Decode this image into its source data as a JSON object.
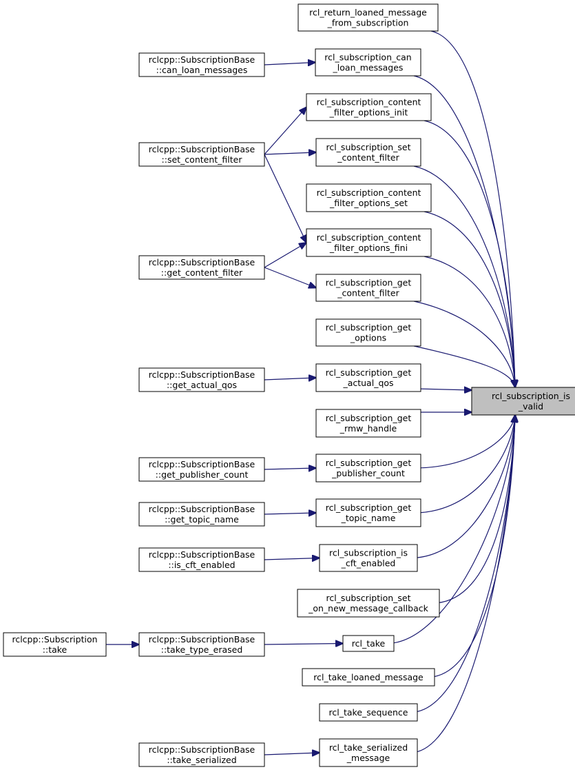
{
  "graph": {
    "colors": {
      "edge": "#191970",
      "node_border": "#000000",
      "node_fill": "#ffffff",
      "focus_fill": "#bfbfbf",
      "text": "#000000"
    },
    "focus": {
      "id": "focus",
      "lines": [
        "rcl_subscription_is",
        "_valid"
      ]
    },
    "nodes": [
      {
        "id": "n_return_loaned",
        "lines": [
          "rcl_return_loaned_message",
          "_from_subscription"
        ]
      },
      {
        "id": "n_can_loan",
        "lines": [
          "rcl_subscription_can",
          "_loan_messages"
        ]
      },
      {
        "id": "n_cfo_init",
        "lines": [
          "rcl_subscription_content",
          "_filter_options_init"
        ]
      },
      {
        "id": "n_set_cf",
        "lines": [
          "rcl_subscription_set",
          "_content_filter"
        ]
      },
      {
        "id": "n_cfo_set",
        "lines": [
          "rcl_subscription_content",
          "_filter_options_set"
        ]
      },
      {
        "id": "n_cfo_fini",
        "lines": [
          "rcl_subscription_content",
          "_filter_options_fini"
        ]
      },
      {
        "id": "n_get_cf",
        "lines": [
          "rcl_subscription_get",
          "_content_filter"
        ]
      },
      {
        "id": "n_get_options",
        "lines": [
          "rcl_subscription_get",
          "_options"
        ]
      },
      {
        "id": "n_get_qos",
        "lines": [
          "rcl_subscription_get",
          "_actual_qos"
        ]
      },
      {
        "id": "n_get_rmw",
        "lines": [
          "rcl_subscription_get",
          "_rmw_handle"
        ]
      },
      {
        "id": "n_get_pubcount",
        "lines": [
          "rcl_subscription_get",
          "_publisher_count"
        ]
      },
      {
        "id": "n_get_topic",
        "lines": [
          "rcl_subscription_get",
          "_topic_name"
        ]
      },
      {
        "id": "n_is_cft",
        "lines": [
          "rcl_subscription_is",
          "_cft_enabled"
        ]
      },
      {
        "id": "n_set_onnew",
        "lines": [
          "rcl_subscription_set",
          "_on_new_message_callback"
        ]
      },
      {
        "id": "n_take",
        "lines": [
          "rcl_take"
        ]
      },
      {
        "id": "n_take_loaned",
        "lines": [
          "rcl_take_loaned_message"
        ]
      },
      {
        "id": "n_take_seq",
        "lines": [
          "rcl_take_sequence"
        ]
      },
      {
        "id": "n_take_ser",
        "lines": [
          "rcl_take_serialized",
          "_message"
        ]
      },
      {
        "id": "c_can_loan",
        "lines": [
          "rclcpp::SubscriptionBase",
          "::can_loan_messages"
        ]
      },
      {
        "id": "c_set_cf",
        "lines": [
          "rclcpp::SubscriptionBase",
          "::set_content_filter"
        ]
      },
      {
        "id": "c_get_cf",
        "lines": [
          "rclcpp::SubscriptionBase",
          "::get_content_filter"
        ]
      },
      {
        "id": "c_get_qos",
        "lines": [
          "rclcpp::SubscriptionBase",
          "::get_actual_qos"
        ]
      },
      {
        "id": "c_get_pubcount",
        "lines": [
          "rclcpp::SubscriptionBase",
          "::get_publisher_count"
        ]
      },
      {
        "id": "c_get_topic",
        "lines": [
          "rclcpp::SubscriptionBase",
          "::get_topic_name"
        ]
      },
      {
        "id": "c_is_cft",
        "lines": [
          "rclcpp::SubscriptionBase",
          "::is_cft_enabled"
        ]
      },
      {
        "id": "c_take_te",
        "lines": [
          "rclcpp::SubscriptionBase",
          "::take_type_erased"
        ]
      },
      {
        "id": "c_take_ser",
        "lines": [
          "rclcpp::SubscriptionBase",
          "::take_serialized"
        ]
      },
      {
        "id": "s_take",
        "lines": [
          "rclcpp::Subscription",
          "::take"
        ]
      }
    ],
    "edges": [
      {
        "from": "n_return_loaned",
        "to": "focus"
      },
      {
        "from": "n_can_loan",
        "to": "focus"
      },
      {
        "from": "n_cfo_init",
        "to": "focus"
      },
      {
        "from": "n_set_cf",
        "to": "focus"
      },
      {
        "from": "n_cfo_set",
        "to": "focus"
      },
      {
        "from": "n_cfo_fini",
        "to": "focus"
      },
      {
        "from": "n_get_cf",
        "to": "focus"
      },
      {
        "from": "n_get_options",
        "to": "focus"
      },
      {
        "from": "n_get_qos",
        "to": "focus"
      },
      {
        "from": "n_get_rmw",
        "to": "focus"
      },
      {
        "from": "n_get_pubcount",
        "to": "focus"
      },
      {
        "from": "n_get_topic",
        "to": "focus"
      },
      {
        "from": "n_is_cft",
        "to": "focus"
      },
      {
        "from": "n_set_onnew",
        "to": "focus"
      },
      {
        "from": "n_take",
        "to": "focus"
      },
      {
        "from": "n_take_loaned",
        "to": "focus"
      },
      {
        "from": "n_take_seq",
        "to": "focus"
      },
      {
        "from": "n_take_ser",
        "to": "focus"
      },
      {
        "from": "c_can_loan",
        "to": "n_can_loan"
      },
      {
        "from": "c_set_cf",
        "to": "n_cfo_init"
      },
      {
        "from": "c_set_cf",
        "to": "n_set_cf"
      },
      {
        "from": "c_set_cf",
        "to": "n_cfo_fini"
      },
      {
        "from": "c_get_cf",
        "to": "n_cfo_fini"
      },
      {
        "from": "c_get_cf",
        "to": "n_get_cf"
      },
      {
        "from": "c_get_qos",
        "to": "n_get_qos"
      },
      {
        "from": "c_get_pubcount",
        "to": "n_get_pubcount"
      },
      {
        "from": "c_get_topic",
        "to": "n_get_topic"
      },
      {
        "from": "c_is_cft",
        "to": "n_is_cft"
      },
      {
        "from": "c_take_te",
        "to": "n_take"
      },
      {
        "from": "s_take",
        "to": "c_take_te"
      },
      {
        "from": "c_take_ser",
        "to": "n_take_ser"
      }
    ]
  }
}
